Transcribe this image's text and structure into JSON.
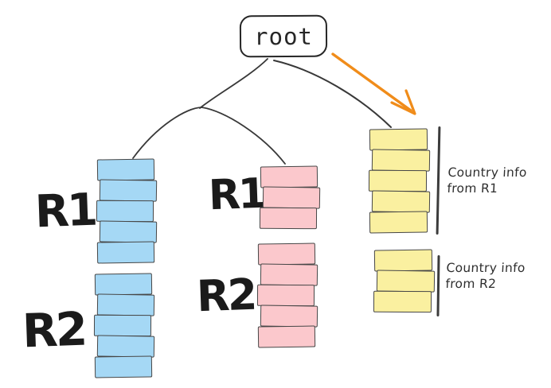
{
  "root": {
    "label": "root"
  },
  "diagram": {
    "blue_column": {
      "r1_label": "R1",
      "r1_blocks": 5,
      "r2_label": "R2",
      "r2_blocks": 5
    },
    "pink_column": {
      "r1_label": "R1",
      "r1_blocks": 3,
      "r2_label": "R2",
      "r2_blocks": 5
    },
    "yellow_column": {
      "top_blocks": 5,
      "bottom_blocks": 3,
      "top_annotation": {
        "line1": "Country info",
        "line2": "from R1"
      },
      "bottom_annotation": {
        "line1": "Country info",
        "line2": "from R2"
      }
    }
  },
  "colors": {
    "blue_fill": "#a5d8f5",
    "pink_fill": "#fbc8cc",
    "yellow_fill": "#faf0a0",
    "block_border": "#474747",
    "connector": "#383838",
    "arrow": "#f08c1a",
    "ink": "#262626"
  }
}
